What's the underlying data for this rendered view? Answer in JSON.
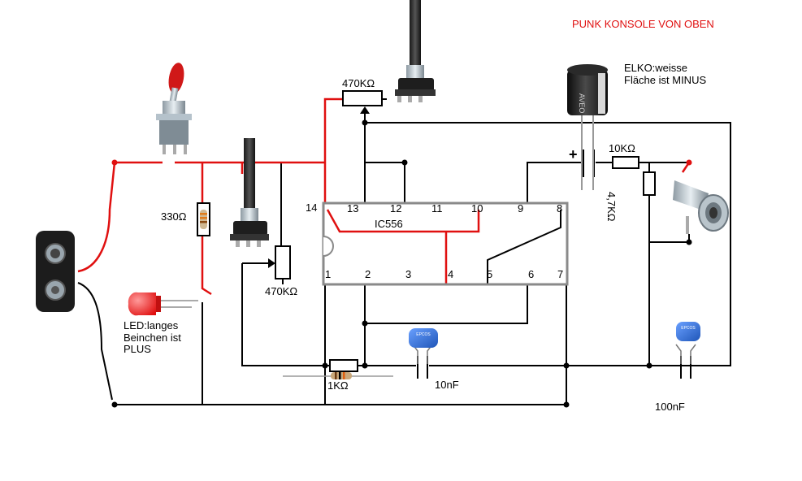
{
  "title": "PUNK KONSOLE VON OBEN",
  "ic": {
    "name": "IC556",
    "top_pins": [
      "14",
      "13",
      "12",
      "11",
      "10",
      "9",
      "8"
    ],
    "bottom_pins": [
      "1",
      "2",
      "3",
      "4",
      "5",
      "6",
      "7"
    ]
  },
  "labels": {
    "pot_top": "470KΩ",
    "pot_left": "470KΩ",
    "r330": "330Ω",
    "r1k": "1KΩ",
    "r10k": "10KΩ",
    "r47k": "4,7KΩ",
    "c10n": "10nF",
    "c100n": "100nF",
    "elko_line1": "ELKO:weisse",
    "elko_line2": "Fläche ist MINUS",
    "led_line1": "LED:langes",
    "led_line2": "Beinchen ist",
    "led_line3": "PLUS",
    "elko_body_text": "AVEO",
    "cap_body_text": "EPCOS"
  },
  "colors": {
    "wire": "#000000",
    "wire_power": "#e01010",
    "ic_outline": "#8a8a8a",
    "title": "#e01010",
    "led": "#ff2020",
    "cap_blue": "#2a6dd0",
    "switch_red": "#d01818"
  }
}
